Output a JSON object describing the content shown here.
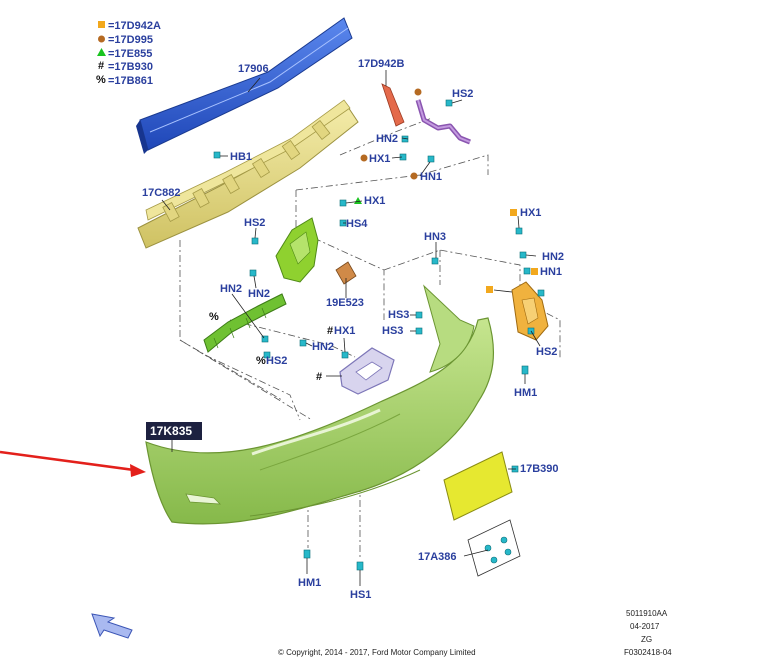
{
  "legend": [
    {
      "symbol": "square",
      "color": "#f2a81d",
      "code": "=17D942A"
    },
    {
      "symbol": "circle",
      "color": "#b56a22",
      "code": "=17D995"
    },
    {
      "symbol": "triangle",
      "color": "#19c41f",
      "code": "=17E855"
    },
    {
      "symbol": "#",
      "color": "#111111",
      "code": "=17B930"
    },
    {
      "symbol": "%",
      "color": "#111111",
      "code": "=17B861"
    }
  ],
  "labels": {
    "l_17906": "17906",
    "l_hb1": "HB1",
    "l_17c882": "17C882",
    "l_17d942b": "17D942B",
    "l_hs2_tr": "HS2",
    "l_hn2_tr": "HN2",
    "l_hx1_tr": "HX1",
    "l_hn1_tr": "HN1",
    "l_hx1_mid": "HX1",
    "l_hs4": "HS4",
    "l_hs2_mid": "HS2",
    "l_hn2_left": "HN2",
    "l_hn2_b1": "HN2",
    "l_19e523": "19E523",
    "l_hn3": "HN3",
    "l_hs3_a": "HS3",
    "l_hs3_b": "HS3",
    "l_hx1_hash": "HX1",
    "l_hn2_low": "HN2",
    "l_hs2_pct": "HS2",
    "l_hx1_right": "HX1",
    "l_hn2_right": "HN2",
    "l_hn1_right": "HN1",
    "l_hs2_right": "HS2",
    "l_hm1_right": "HM1",
    "l_17k835": "17K835",
    "l_17b390": "17B390",
    "l_17a386": "17A386",
    "l_hm1_bottom": "HM1",
    "l_hs1": "HS1"
  },
  "marks": {
    "pct_bracket": "%",
    "pct_hs2": "%",
    "hash_hx1": "#",
    "hash_bracket": "#"
  },
  "footer": {
    "copyright": "© Copyright, 2014 - 2017, Ford Motor Company Limited",
    "doc_id": "5011910AA",
    "date": "04-2017",
    "code": "ZG",
    "fig": "F0302418-04"
  },
  "colors": {
    "reinforcement": "#2d5fd8",
    "absorber": "#e8de7c",
    "bracket_green": "#7fd02f",
    "bumper_cover": "#a6d466",
    "plate_bracket": "#e8ea2a",
    "pointer": "#e3201b",
    "label_text": "#2a3f9e"
  }
}
